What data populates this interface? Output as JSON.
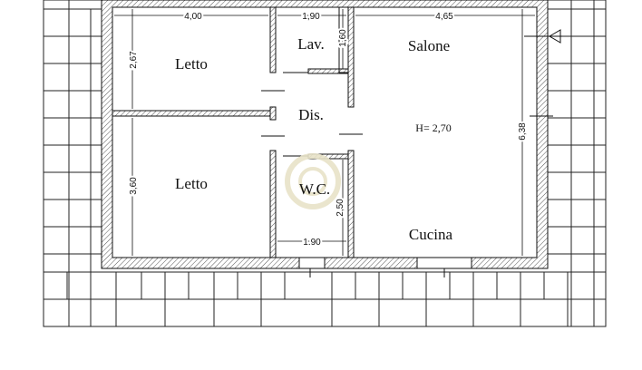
{
  "plan": {
    "rooms": [
      {
        "id": "letto-top",
        "label": "Letto"
      },
      {
        "id": "letto-bottom",
        "label": "Letto"
      },
      {
        "id": "lavanderia",
        "label": "Lav."
      },
      {
        "id": "disimpegno",
        "label": "Dis."
      },
      {
        "id": "wc",
        "label": "W.C."
      },
      {
        "id": "salone",
        "label": "Salone"
      },
      {
        "id": "cucina",
        "label": "Cucina"
      }
    ],
    "height_note": "H= 2,70",
    "dimensions": {
      "top_left_width": "4,00",
      "top_mid_width": "1,90",
      "top_right_width": "4,65",
      "lav_height": "1,60",
      "letto_top_height": "2,67",
      "letto_bottom_height": "3,60",
      "wc_height": "2,50",
      "salone_height": "6,38",
      "bottom_mid_width": "1.90"
    },
    "colors": {
      "line": "#1a1a1a",
      "hatch": "#555555",
      "watermark": "#e8e3c8"
    }
  }
}
